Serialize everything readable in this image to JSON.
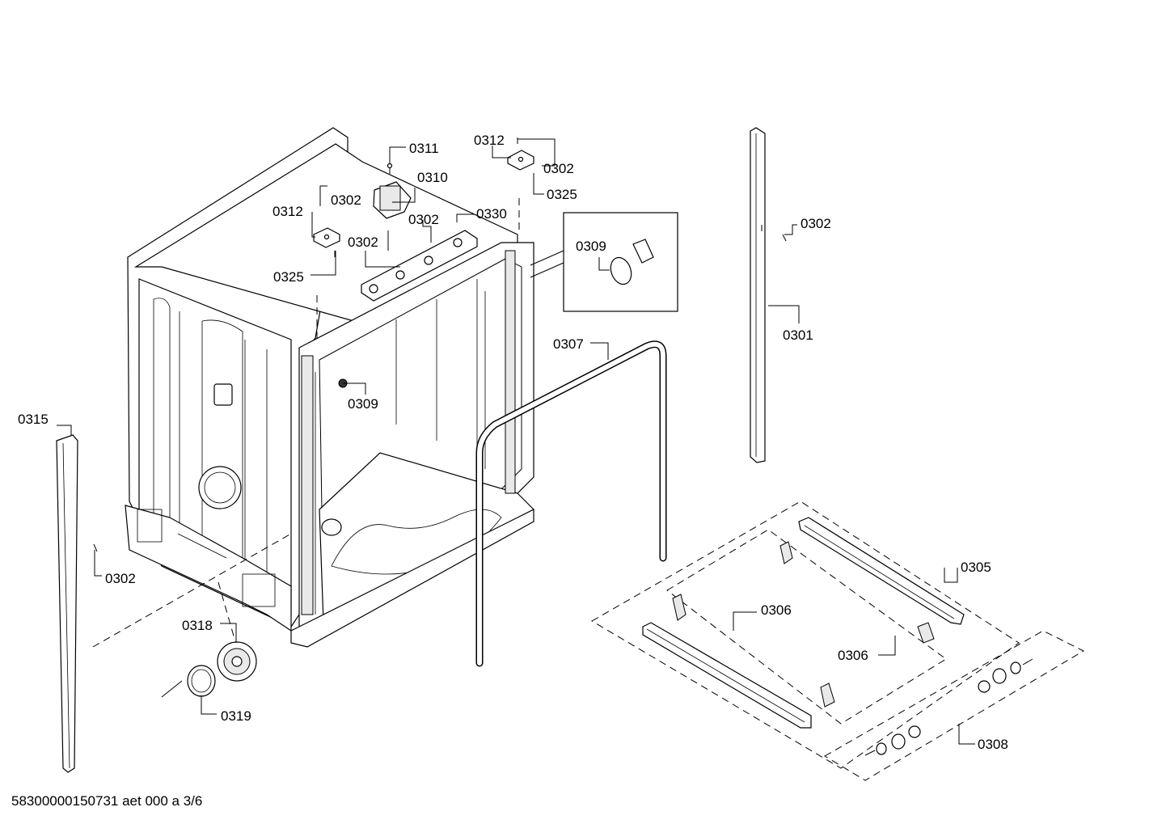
{
  "footer_code": "58300000150731 aet 000 a 3/6",
  "labels": {
    "c0311": "0311",
    "c0310": "0310",
    "c0312_top": "0312",
    "c0302_top": "0302",
    "c0325_top": "0325",
    "c0312_left": "0312",
    "c0302_left": "0302",
    "c0325_left": "0325",
    "c0302_bracket1": "0302",
    "c0302_bracket2": "0302",
    "c0330": "0330",
    "c0309_detail": "0309",
    "c0309_tub": "0309",
    "c0307": "0307",
    "c0302_right": "0302",
    "c0301": "0301",
    "c0315": "0315",
    "c0302_lowleft": "0302",
    "c0318": "0318",
    "c0319": "0319",
    "c0305": "0305",
    "c0306_a": "0306",
    "c0306_b": "0306",
    "c0308": "0308"
  }
}
